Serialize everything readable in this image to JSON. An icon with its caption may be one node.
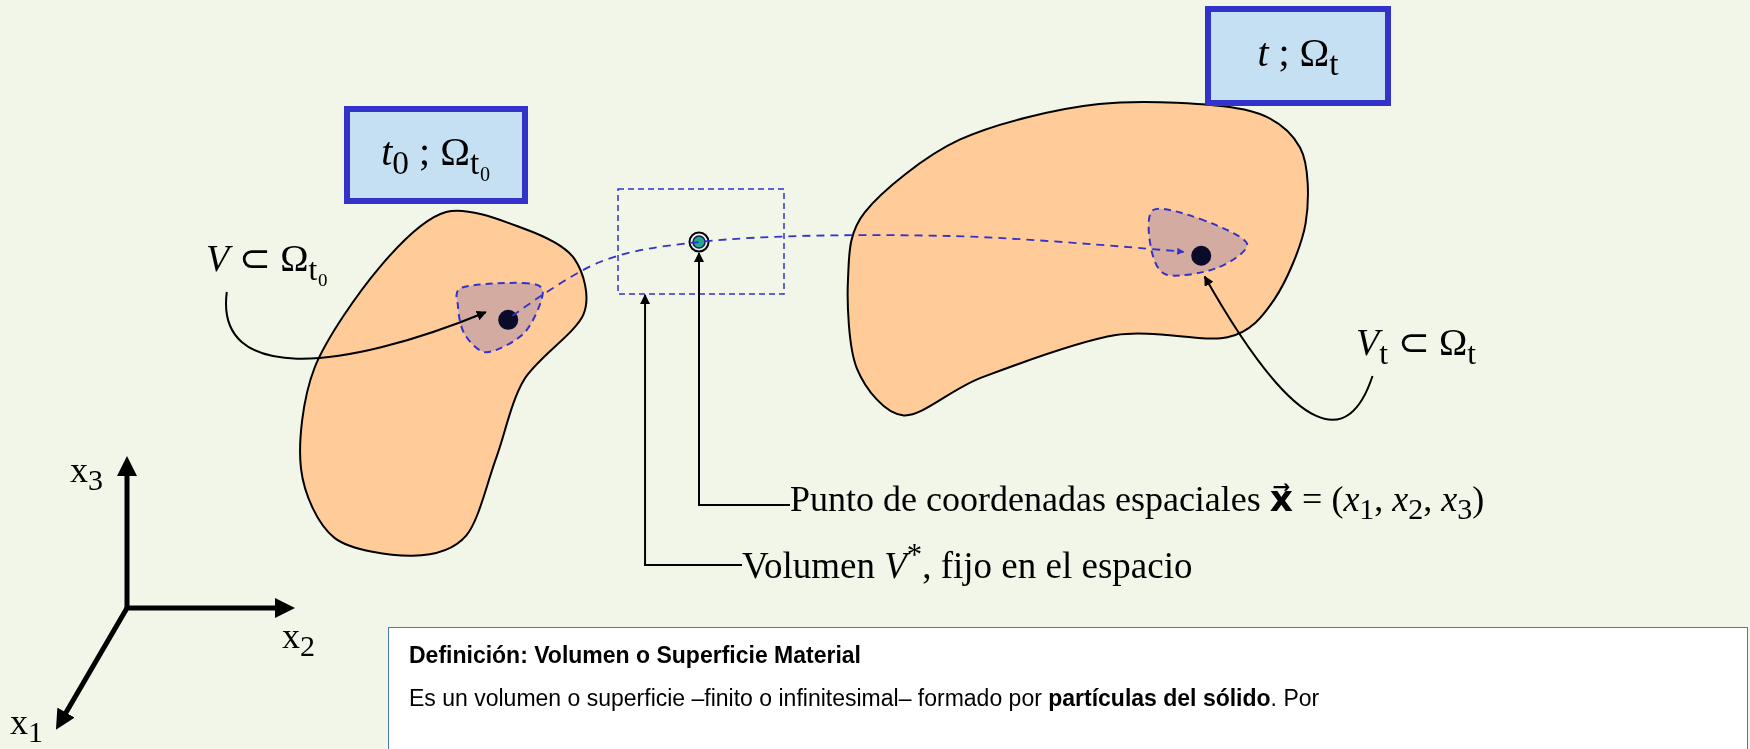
{
  "diagram": {
    "nodes": [
      {
        "text": [
          "*t*$_{0}$ ; Ω$_{t₀}$"
        ]
      },
      {
        "text": [
          "*t* ; Ω$_{t}$"
        ]
      },
      {
        "text": [],
        "shape": "blob"
      },
      {
        "text": [],
        "shape": "blob",
        "in": 2
      },
      {
        "text": [
          "*V* ⊂ Ω$_{t₀}$"
        ]
      },
      {
        "text": [],
        "shape": "box"
      },
      {
        "text": [],
        "shape": "circle",
        "in": 5
      },
      {
        "text": [],
        "shape": "blob"
      },
      {
        "text": [],
        "shape": "blob",
        "in": 7
      },
      {
        "text": [
          "*V*$_{t}$ ⊂ Ω$_{t}$"
        ]
      },
      {
        "text": [
          "Punto de coordenadas espaciales **x⃗** = (*x*$_{1}$, *x*$_{2}$, *x*$_{3}$)"
        ]
      },
      {
        "text": [
          "Volumen *V*$^{*}$, fijo en el espacio"
        ]
      },
      {
        "text": [
          "Definición: Volumen o Superficie Material",
          "Es un volumen o superficie –finito o infinitesimal– formado por **partículas del sólido**. Por"
        ]
      }
    ],
    "edges": [
      {
        "from": 4,
        "to": 3,
        "arrow": "to"
      },
      {
        "from": 9,
        "to": 8,
        "arrow": "to"
      },
      {
        "from": 10,
        "to": 6,
        "arrow": "to"
      },
      {
        "from": 11,
        "to": 5,
        "arrow": "to"
      },
      {
        "from": 3,
        "to": 8,
        "arrow": "to",
        "style": "dashed",
        "color": "#3333cc"
      }
    ],
    "labels": [
      "x$_{3}$",
      "x$_{2}$",
      "x$_{1}$"
    ]
  }
}
